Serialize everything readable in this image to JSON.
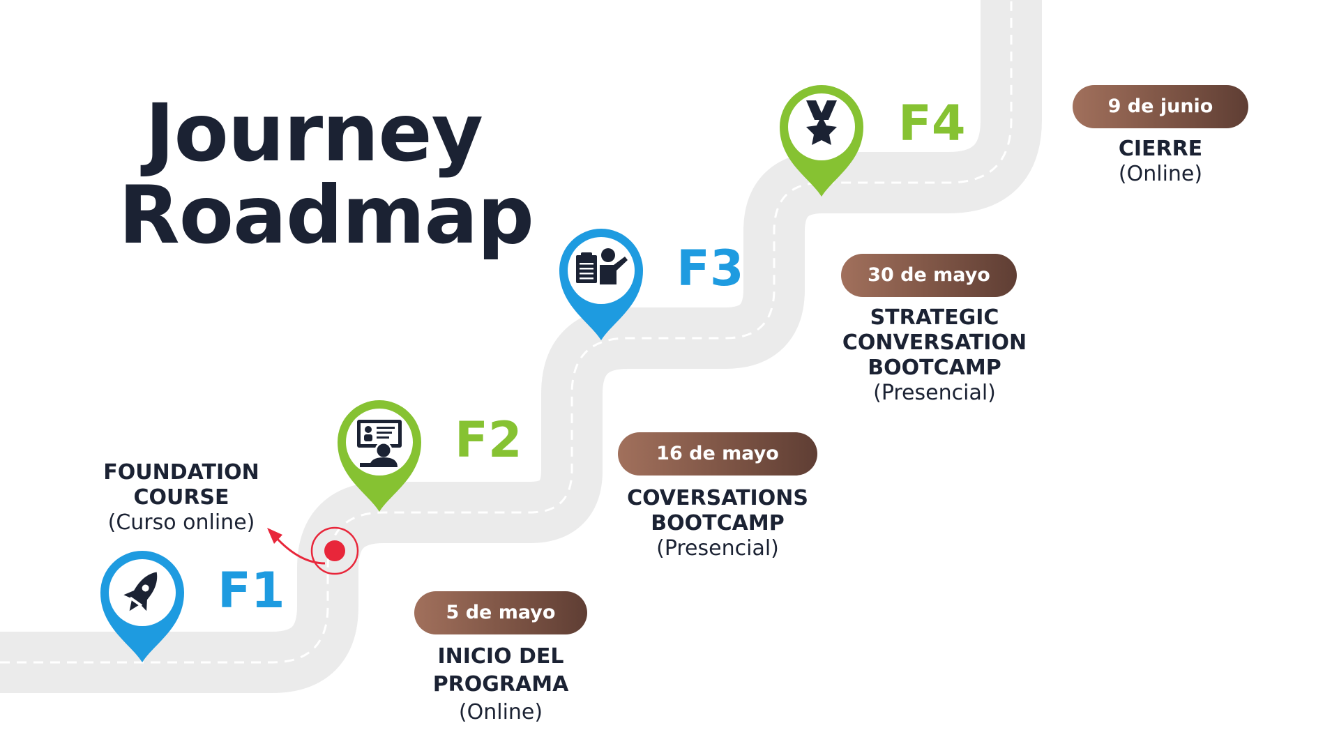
{
  "title": {
    "line1": "Journey",
    "line2": "Roadmap"
  },
  "colors": {
    "blue": "#1e9be0",
    "green": "#86c232",
    "dark": "#1b2233",
    "road": "#ebebeb",
    "marker": "#e8263a",
    "pill_start": "#a1705c",
    "pill_end": "#5f3e34"
  },
  "phases": [
    {
      "label": "F1",
      "icon": "rocket-icon",
      "color": "#1e9be0"
    },
    {
      "label": "F2",
      "icon": "online-class-icon",
      "color": "#86c232"
    },
    {
      "label": "F3",
      "icon": "presenter-icon",
      "color": "#1e9be0"
    },
    {
      "label": "F4",
      "icon": "medal-icon",
      "color": "#86c232"
    }
  ],
  "milestones": [
    {
      "date": "5 de mayo",
      "line1": "INICIO DEL",
      "line2": "PROGRAMA",
      "mode": "(Online)"
    },
    {
      "date": "16 de mayo",
      "line1": "COVERSATIONS",
      "line2": "BOOTCAMP",
      "mode": "(Presencial)"
    },
    {
      "date": "30 de mayo",
      "line1": "STRATEGIC",
      "line2": "CONVERSATION",
      "line3": "BOOTCAMP",
      "mode": "(Presencial)"
    },
    {
      "date": "9 de junio",
      "line1": "CIERRE",
      "mode": "(Online)"
    }
  ],
  "foundation": {
    "title": "FOUNDATION COURSE",
    "sub": "(Curso online)"
  }
}
